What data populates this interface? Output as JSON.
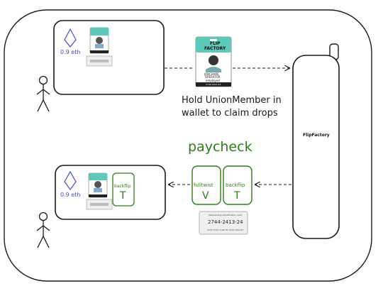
{
  "top_wallet": {
    "eth_amount": "0.9 eth"
  },
  "bottom_wallet": {
    "eth_amount": "0.9 eth",
    "drop_card_label": "backflip",
    "drop_card_glyph": "T"
  },
  "id_card": {
    "brand_line1": "FLIP",
    "brand_line2": "FACTORY",
    "name": "JANCHARE",
    "role": "OPERATOR",
    "status": "employed",
    "number": "2744-2441-24"
  },
  "hold_caption": {
    "line1": "Hold UnionMember in",
    "line2": "wallet to claim drops"
  },
  "phone": {
    "label": "FlipFactory"
  },
  "paycheck": {
    "title": "paycheck",
    "cards": [
      {
        "label": "fulltwist",
        "glyph": "V"
      },
      {
        "label": "backflip",
        "glyph": "T"
      }
    ]
  },
  "membership_card": {
    "header": "Membership Identification Card",
    "number": "2744-2413-24",
    "footer": "SAVE THIS CARD IN YOUR WALLET"
  },
  "colors": {
    "ink": "#1a1a1a",
    "eth": "#4a4ad0",
    "green": "#2f7d1a",
    "card_teal": "#5ec9b8"
  }
}
